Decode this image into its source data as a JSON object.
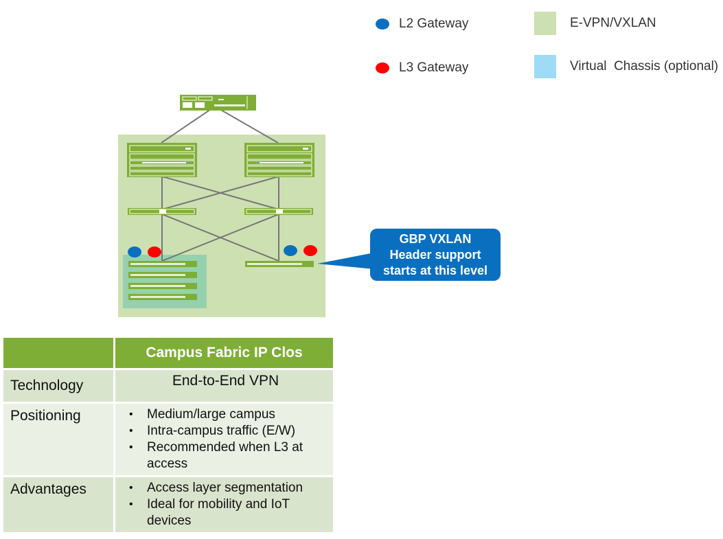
{
  "legend": {
    "items": [
      {
        "label": "L2 Gateway",
        "kind": "dot",
        "color": "#0b6fbf"
      },
      {
        "label": "L3 Gateway",
        "kind": "dot",
        "color": "#ff0000"
      },
      {
        "label": "E-VPN/VXLAN",
        "kind": "swatch",
        "color": "#cde0b1"
      },
      {
        "label": "Virtual  Chassis (optional)",
        "kind": "swatch",
        "color": "#9edbf7"
      }
    ]
  },
  "diagram": {
    "colors": {
      "device": "#7fae36",
      "evpn_area": "#cde0b1",
      "vc_area": "#8fcfae",
      "link": "#777777",
      "l2": "#0b6fbf",
      "l3": "#ff0000"
    },
    "callout": {
      "lines": [
        "GBP VXLAN",
        "Header support",
        "starts at this level"
      ]
    }
  },
  "table": {
    "header": {
      "corner": "",
      "title": "Campus Fabric IP Clos"
    },
    "rows": [
      {
        "label": "Technology",
        "value": "End-to-End VPN"
      },
      {
        "label": "Positioning",
        "bullets": [
          "Medium/large campus",
          "Intra-campus traffic (E/W)",
          "Recommended when L3 at access"
        ]
      },
      {
        "label": "Advantages",
        "bullets": [
          "Access layer segmentation",
          "Ideal for mobility and IoT devices"
        ]
      }
    ]
  }
}
